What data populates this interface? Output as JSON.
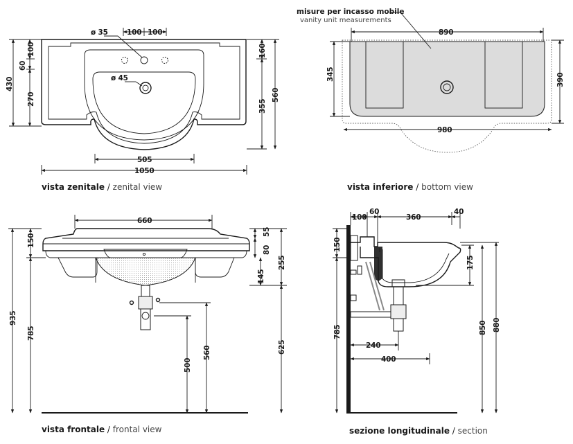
{
  "views": {
    "top": {
      "caption_it": "vista zenitale",
      "caption_en": "zenital view",
      "dims": {
        "d35": "ø 35",
        "d45": "ø 45",
        "w100a": "100",
        "w100b": "100",
        "w505": "505",
        "w1050": "1050",
        "l430": "430",
        "l60": "60",
        "l100": "100",
        "l270": "270",
        "r160": "160",
        "r355": "355",
        "r560": "560"
      }
    },
    "bottom": {
      "caption_it": "vista inferiore",
      "caption_en": "bottom view",
      "note_it": "misure per incasso mobile",
      "note_en": "vanity unit measurements",
      "dims": {
        "w890": "890",
        "w980": "980",
        "l345": "345",
        "r390": "390"
      }
    },
    "front": {
      "caption_it": "vista frontale",
      "caption_en": "frontal view",
      "dims": {
        "w660": "660",
        "l150": "150",
        "l935": "935",
        "l785": "785",
        "r55": "55",
        "r80": "80",
        "r145": "145",
        "r255": "255",
        "r625": "625",
        "v500": "500",
        "v560": "560"
      }
    },
    "section": {
      "caption_it": "sezione longitudinale",
      "caption_en": "section",
      "dims": {
        "t100": "100",
        "t60": "60",
        "t360": "360",
        "t40": "40",
        "l150": "150",
        "l785": "785",
        "r175": "175",
        "r850": "850",
        "r880": "880",
        "b240": "240",
        "b400": "400"
      }
    }
  }
}
